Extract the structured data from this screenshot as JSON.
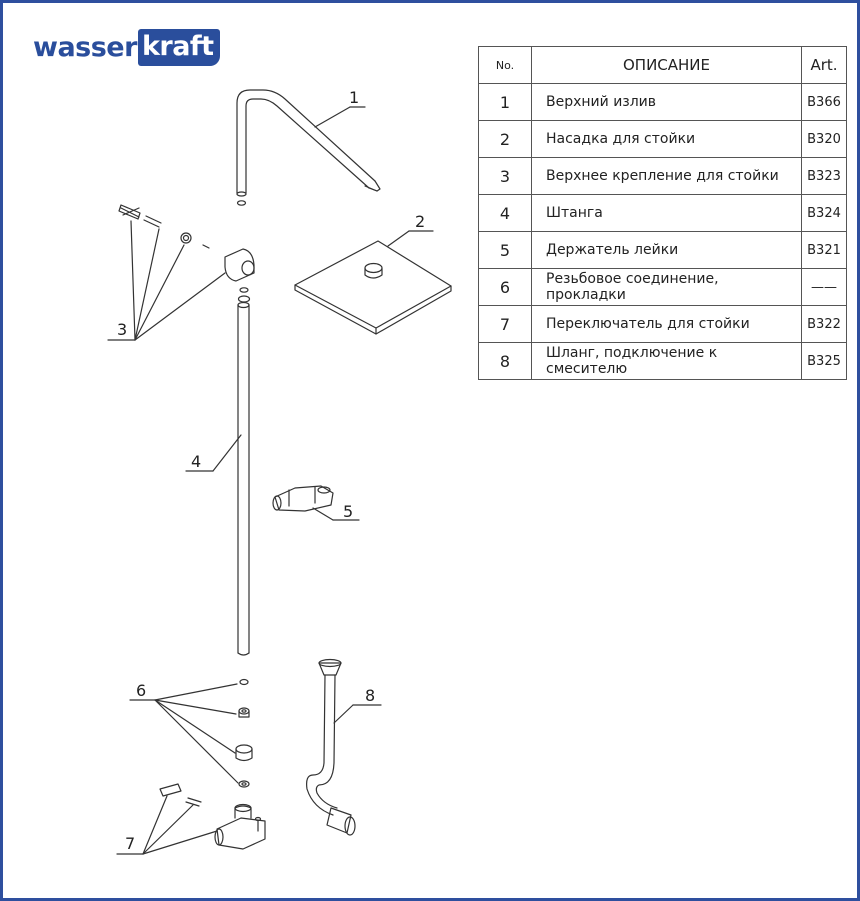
{
  "brand": {
    "part1": "wasser",
    "part2": "kraft"
  },
  "table": {
    "headers": {
      "no": "No.",
      "description": "ОПИСАНИЕ",
      "art": "Art."
    },
    "rows": [
      {
        "no": "1",
        "description": "Верхний излив",
        "art": "B366"
      },
      {
        "no": "2",
        "description": "Насадка для стойки",
        "art": "B320"
      },
      {
        "no": "3",
        "description": "Верхнее крепление для стойки",
        "art": "B323"
      },
      {
        "no": "4",
        "description": "Штанга",
        "art": "B324"
      },
      {
        "no": "5",
        "description": "Держатель лейки",
        "art": "B321"
      },
      {
        "no": "6",
        "description": "Резьбовое соединение, прокладки",
        "art": "——"
      },
      {
        "no": "7",
        "description": "Переключатель для стойки",
        "art": "B322"
      },
      {
        "no": "8",
        "description": "Шланг, подключение к смесителю",
        "art": "B325"
      }
    ]
  },
  "callouts": {
    "c1": "1",
    "c2": "2",
    "c3": "3",
    "c4": "4",
    "c5": "5",
    "c6": "6",
    "c7": "7",
    "c8": "8"
  },
  "colors": {
    "frame": "#2e4f9e",
    "brand": "#2a4e9c",
    "line": "#333333"
  }
}
